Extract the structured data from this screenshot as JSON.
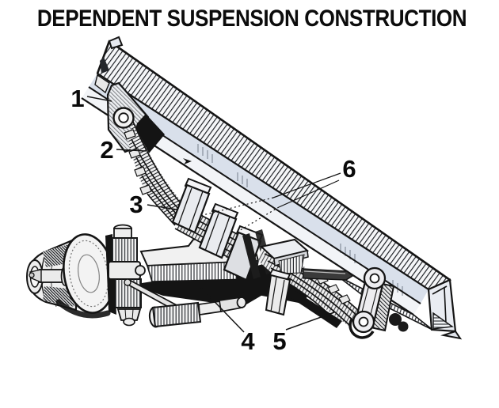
{
  "title": "DEPENDENT SUSPENSION CONSTRUCTION",
  "figure": {
    "type": "technical-illustration",
    "callouts": [
      {
        "number": "1"
      },
      {
        "number": "2"
      },
      {
        "number": "3"
      },
      {
        "number": "4"
      },
      {
        "number": "5"
      },
      {
        "number": "6"
      }
    ]
  },
  "icons": [
    {
      "name": "pointer-arrow-icon",
      "glyph": "arrowhead"
    }
  ],
  "colors": {
    "background": "#ffffff",
    "ink": "#141414",
    "frame_tint": "#d9e0eb",
    "metal_light": "#efefef"
  }
}
